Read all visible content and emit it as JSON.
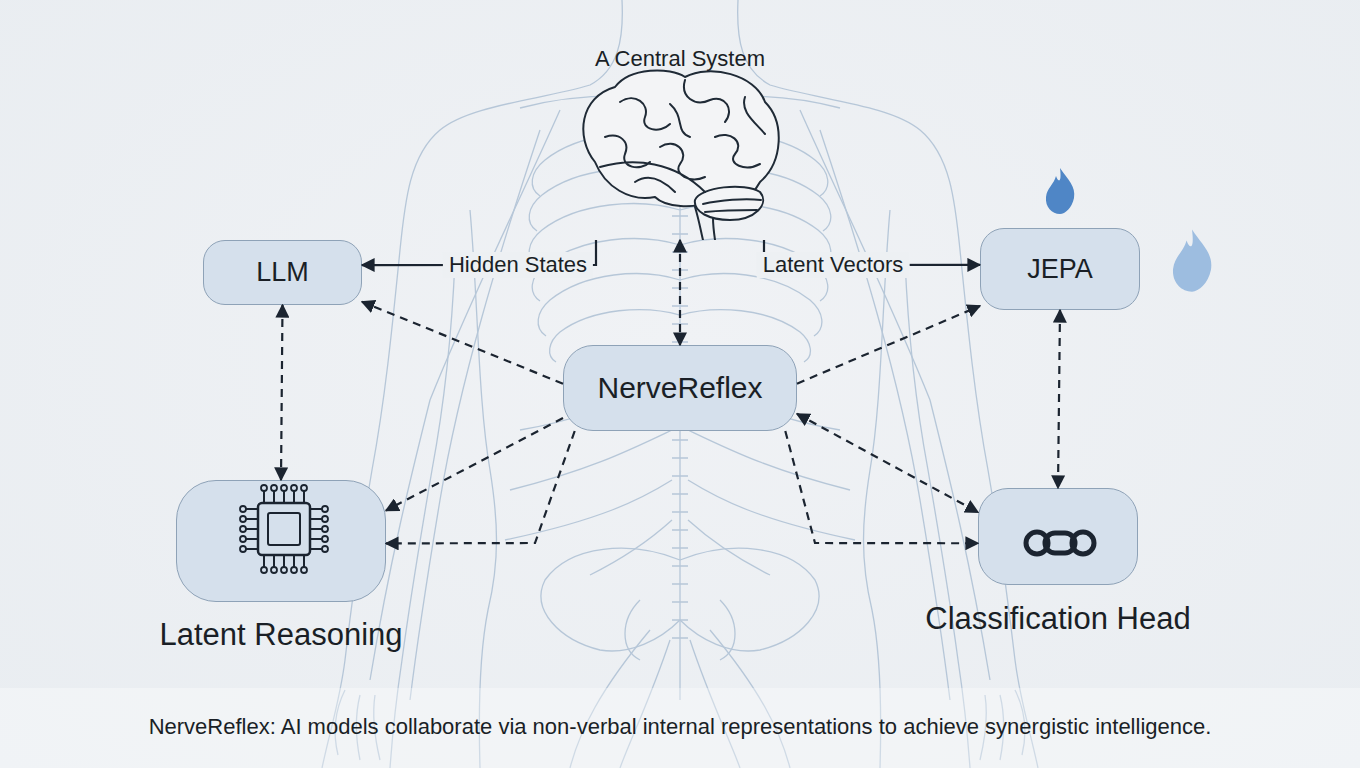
{
  "diagram": {
    "caption": "NerveReflex: AI models collaborate via non-verbal internal representations to achieve synergistic intelligence.",
    "nodes": [
      {
        "text": [
          "A Central System"
        ]
      },
      {
        "text": [
          "LLM"
        ]
      },
      {
        "text": [
          "JEPA"
        ]
      },
      {
        "text": [
          "NerveReflex"
        ]
      },
      {
        "text": [
          "Latent Reasoning"
        ]
      },
      {
        "text": [
          "Classification Head"
        ]
      }
    ],
    "edges": [
      {
        "from": 0,
        "to": 1,
        "label": "Hidden States",
        "arrow": "to"
      },
      {
        "from": 0,
        "to": 2,
        "label": "Latent Vectors",
        "arrow": "to"
      },
      {
        "from": 0,
        "to": 3,
        "arrow": "both"
      },
      {
        "from": 3,
        "to": 1,
        "arrow": "to"
      },
      {
        "from": 3,
        "to": 4,
        "arrow": "to"
      },
      {
        "from": 3,
        "to": 2,
        "arrow": "to"
      },
      {
        "from": 3,
        "to": 5,
        "arrow": "both"
      },
      {
        "from": 1,
        "to": 4,
        "arrow": "both"
      },
      {
        "from": 2,
        "to": 5,
        "arrow": "both"
      },
      {
        "from": 3,
        "to": 4,
        "arrow": "to"
      },
      {
        "from": 3,
        "to": 5,
        "arrow": "to"
      }
    ]
  }
}
